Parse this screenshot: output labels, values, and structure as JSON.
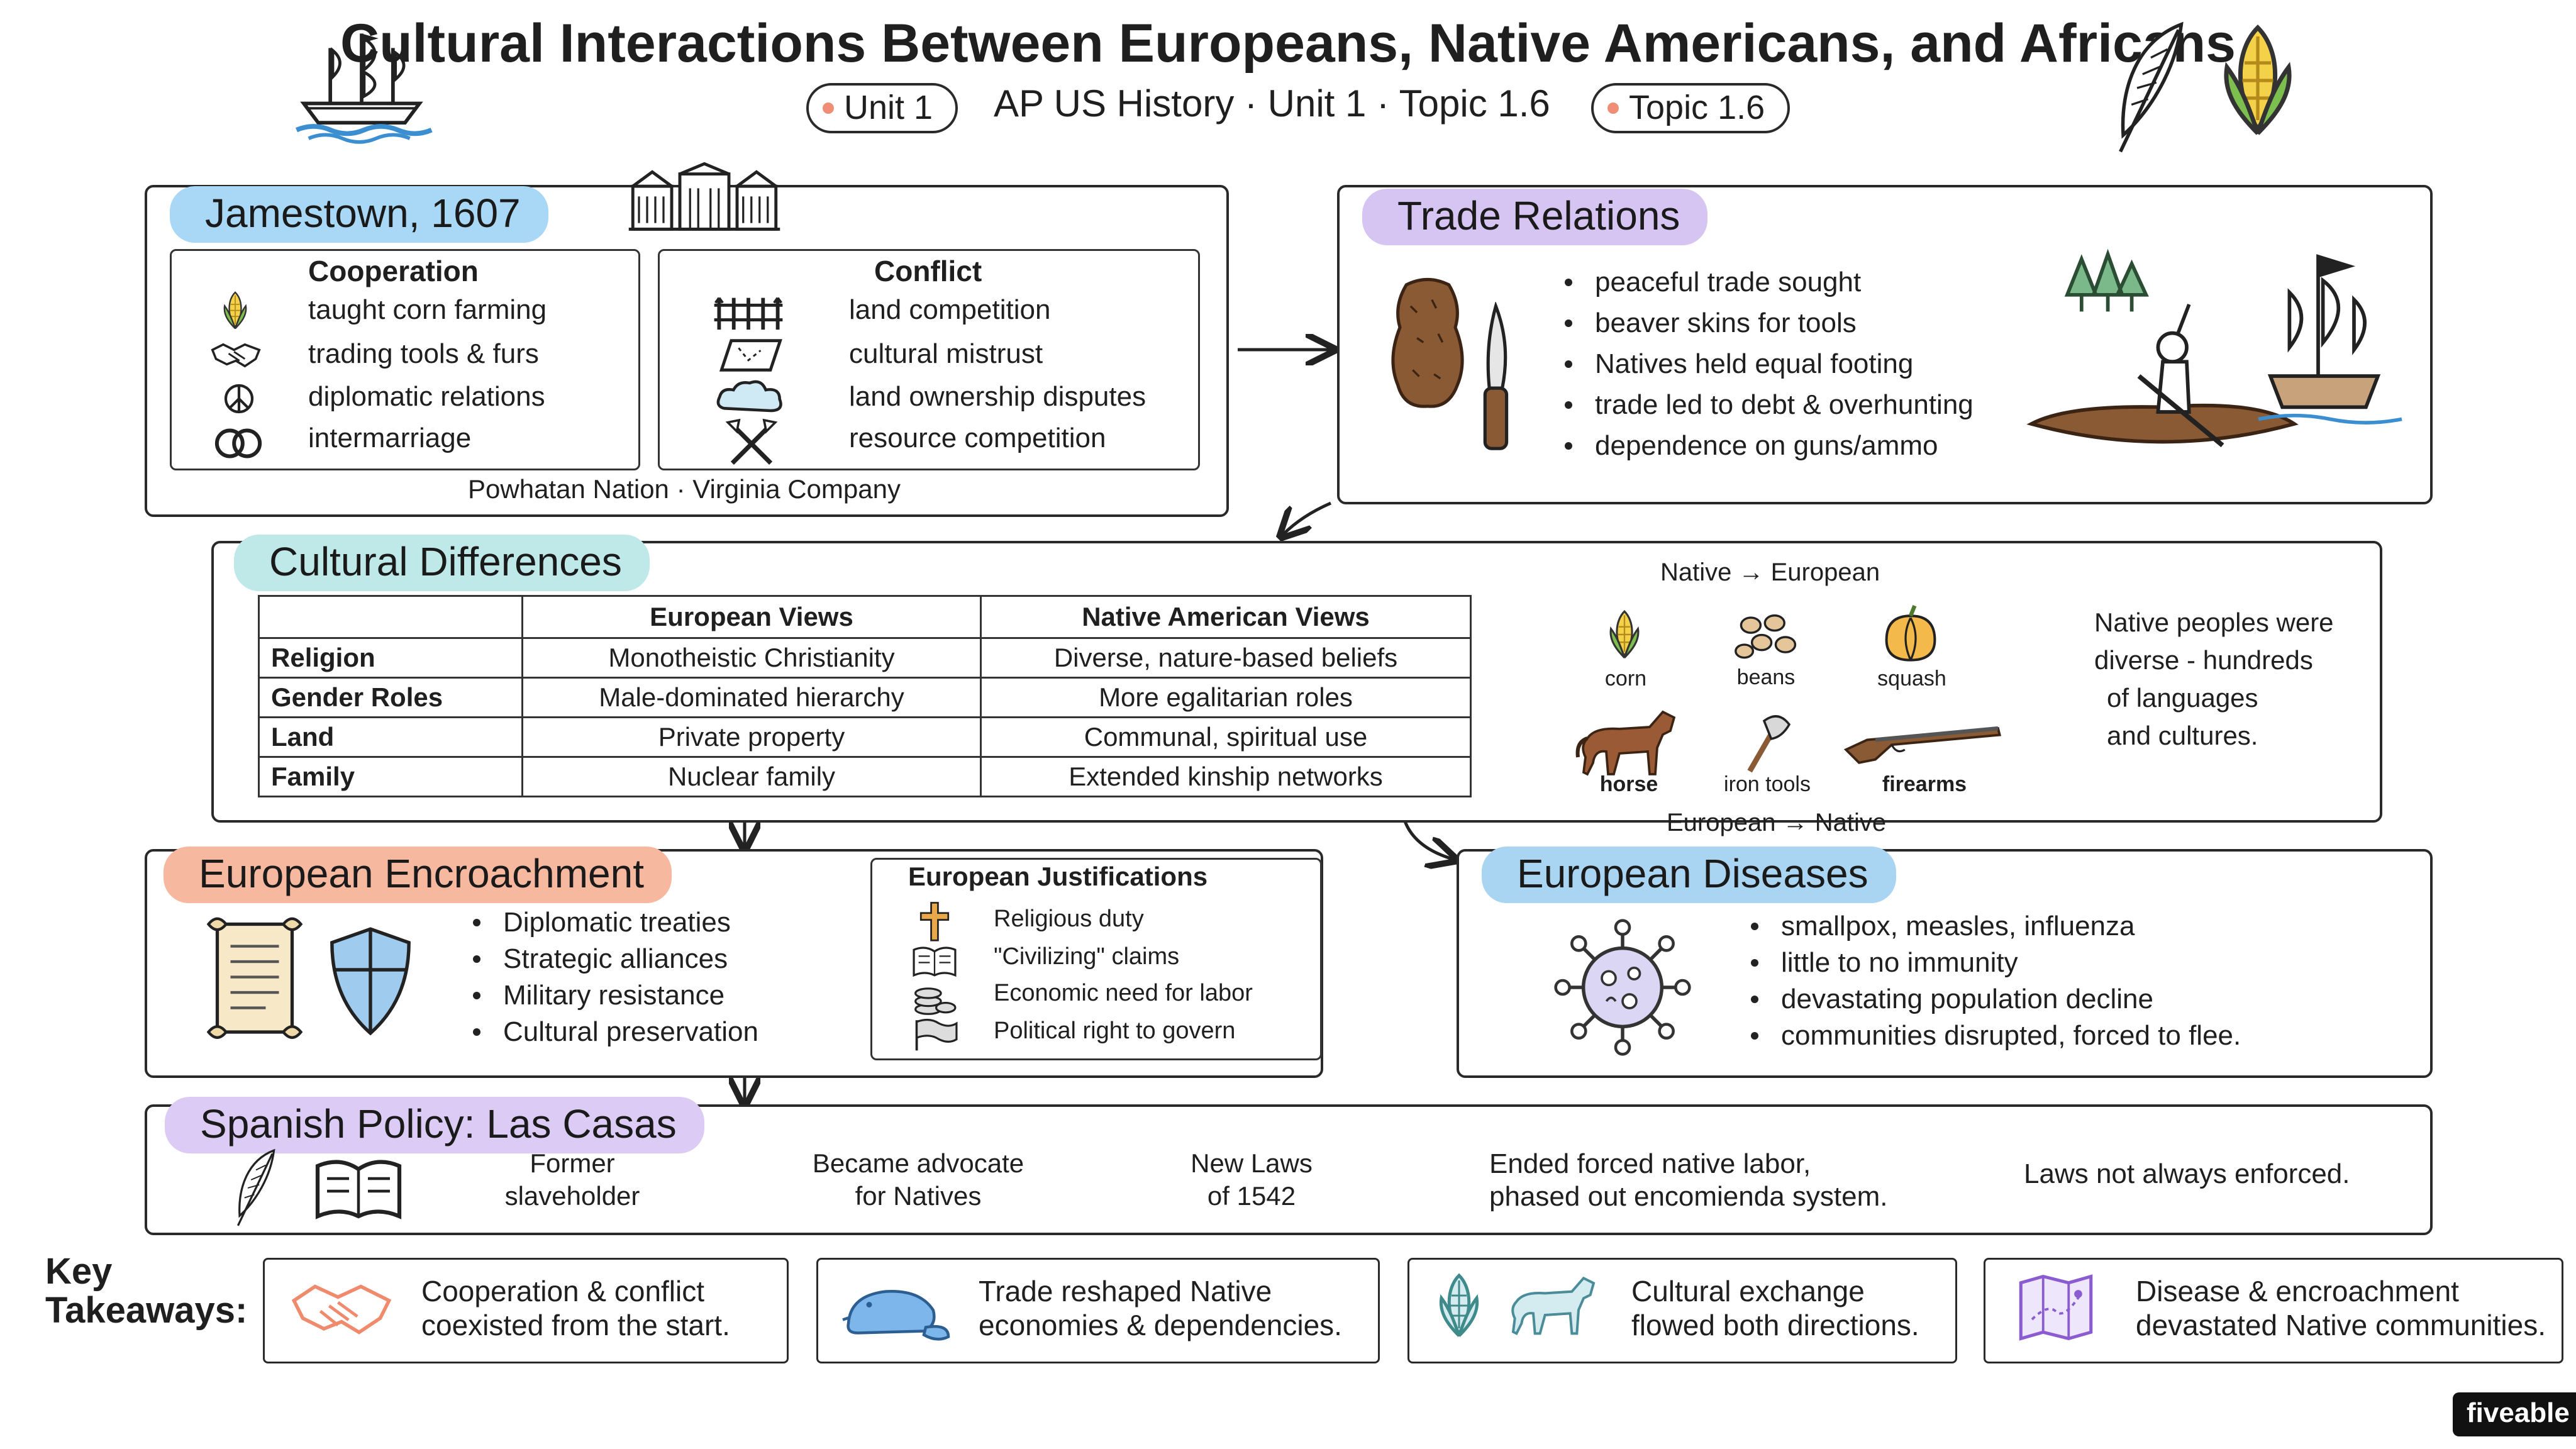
{
  "header": {
    "title": "Cultural Interactions Between Europeans, Native Americans, and Africans",
    "subtitle": "AP US History · Unit 1 · Topic 1.6",
    "pill_left": "Unit 1",
    "pill_right": "Topic 1.6"
  },
  "jamestown": {
    "title": "Jamestown, 1607",
    "cooperation": {
      "heading": "Cooperation",
      "items": [
        "taught corn farming",
        "trading tools & furs",
        "diplomatic relations",
        "intermarriage"
      ]
    },
    "conflict": {
      "heading": "Conflict",
      "items": [
        "land competition",
        "cultural mistrust",
        "land ownership disputes",
        "resource competition"
      ]
    },
    "caption": "Powhatan Nation · Virginia Company"
  },
  "trade": {
    "title": "Trade Relations",
    "items": [
      "peaceful trade sought",
      "beaver skins for tools",
      "Natives held equal footing",
      "trade led to debt & overhunting",
      "dependence on guns/ammo"
    ]
  },
  "differences": {
    "title": "Cultural Differences",
    "table": {
      "headers": [
        "",
        "European Views",
        "Native American Views"
      ],
      "rows": [
        [
          "Religion",
          "Monotheistic Christianity",
          "Diverse, nature-based beliefs"
        ],
        [
          "Gender Roles",
          "Male-dominated hierarchy",
          "More egalitarian roles"
        ],
        [
          "Land",
          "Private property",
          "Communal, spiritual use"
        ],
        [
          "Family",
          "Nuclear family",
          "Extended kinship networks"
        ]
      ]
    },
    "exchange": {
      "top_label": "Native → European",
      "bottom_label": "European → Native",
      "native_items": [
        "corn",
        "beans",
        "squash"
      ],
      "european_items": [
        "horse",
        "iron tools",
        "firearms"
      ]
    },
    "note": [
      "Native peoples were",
      "diverse - hundreds",
      "of languages",
      "and cultures."
    ]
  },
  "encroachment": {
    "title": "European Encroachment",
    "items": [
      "Diplomatic treaties",
      "Strategic alliances",
      "Military resistance",
      "Cultural preservation"
    ],
    "justifications": {
      "heading": "European Justifications",
      "items": [
        "Religious duty",
        "\"Civilizing\" claims",
        "Economic need for labor",
        "Political right to govern"
      ]
    }
  },
  "diseases": {
    "title": "European Diseases",
    "items": [
      "smallpox, measles, influenza",
      "little to no immunity",
      "devastating population decline",
      "communities disrupted, forced to flee."
    ]
  },
  "spanish": {
    "title": "Spanish Policy: Las Casas",
    "steps": [
      [
        "Former",
        "slaveholder"
      ],
      [
        "Became advocate",
        "for Natives"
      ],
      [
        "New Laws",
        "of 1542"
      ],
      [
        "Ended forced native labor,",
        "phased out encomienda system."
      ]
    ],
    "note": "Laws not always enforced."
  },
  "takeaways": {
    "label": [
      "Key",
      "Takeaways:"
    ],
    "items": [
      [
        "Cooperation & conflict",
        "coexisted from the start."
      ],
      [
        "Trade reshaped Native",
        "economies & dependencies."
      ],
      [
        "Cultural exchange",
        "flowed both directions."
      ],
      [
        "Disease & encroachment",
        "devastated Native communities."
      ]
    ]
  },
  "brand": "fiveable",
  "colors": {
    "highlight_blue": "#a8d8f5",
    "highlight_purple": "#d6c4f3",
    "highlight_teal": "#bfe8e8",
    "highlight_coral": "#f7b8a0",
    "pill_dot": "#f08d76"
  },
  "icons": [
    "ship-icon",
    "feather-quill-icon",
    "corn-icon",
    "fort-icon",
    "handshake-icon",
    "peace-icon",
    "rings-icon",
    "fence-icon",
    "map-icon",
    "cloud-icon",
    "crossed-tools-icon",
    "beaver-pelt-icon",
    "knife-icon",
    "canoe-icon",
    "pine-trees-icon",
    "beans-icon",
    "squash-icon",
    "horse-icon",
    "axe-icon",
    "rifle-icon",
    "scroll-icon",
    "shield-icon",
    "cross-icon",
    "book-icon",
    "coins-icon",
    "flag-icon",
    "virus-icon",
    "open-book-icon",
    "beaver-icon",
    "corn-horse-icon"
  ]
}
